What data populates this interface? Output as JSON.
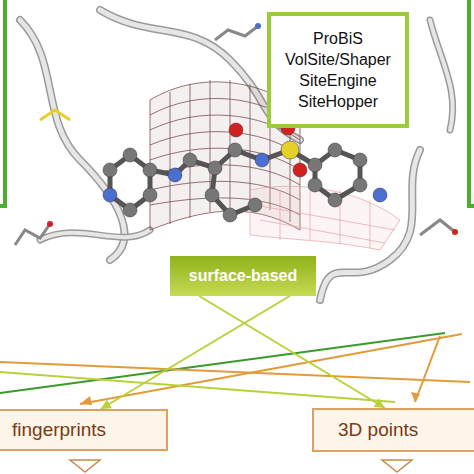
{
  "diagram": {
    "nodes": [
      {
        "text": [
          "ProBiS VolSite/Shaper SiteEngine SiteHopper"
        ]
      },
      {
        "text": [
          "surface-based"
        ]
      },
      {
        "text": [
          "fingerprints"
        ]
      },
      {
        "text": [
          "3D points"
        ]
      }
    ],
    "edges": [
      {
        "from": 1,
        "to": 2,
        "arrow": "to"
      },
      {
        "from": 1,
        "to": 3,
        "arrow": "to"
      }
    ]
  }
}
